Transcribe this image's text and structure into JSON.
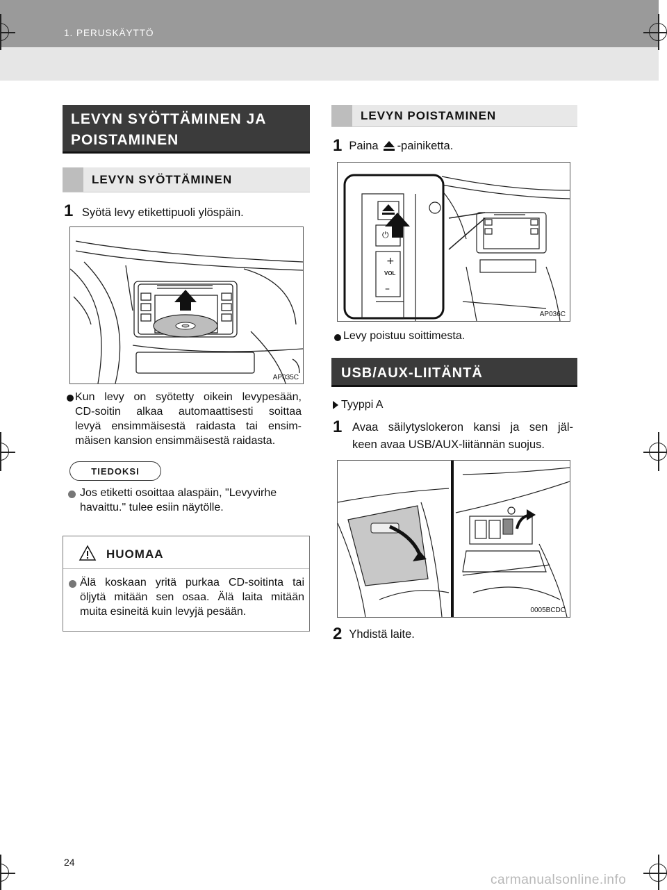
{
  "header": {
    "section": "1. PERUSKÄYTTÖ"
  },
  "left": {
    "main_title_line1": "LEVYN SYÖTTÄMINEN JA",
    "main_title_line2": "POISTAMINEN",
    "sub_title": "LEVYN SYÖTTÄMINEN",
    "step1_num": "1",
    "step1_text": "Syötä levy etikettipuoli ylöspäin.",
    "image1_code": "AP035C",
    "bullet_text": "Kun levy on syötetty oikein levypesään, CD-soitin alkaa automaattisesti soittaa levyä ensimmäisestä raidasta tai ensimmäisen kansion ensimmäisestä raidasta.",
    "bullet_lines": [
      "Kun levy on syötetty oikein levypesään,",
      "CD-soitin alkaa automaattisesti soittaa",
      "levyä ensimmäisestä raidasta tai ensim-",
      "mäisen kansion ensimmäisestä raidasta."
    ],
    "note_label": "TIEDOKSI",
    "note_lines": [
      "Jos etiketti osoittaa alaspäin, \"Levyvirhe",
      "havaittu.\" tulee esiin näytölle."
    ],
    "caution_label": "HUOMAA",
    "caution_lines": [
      "Älä koskaan yritä purkaa CD-soitinta tai",
      "öljytä mitään sen osaa. Älä laita mitään",
      "muita esineitä kuin levyjä pesään."
    ]
  },
  "right": {
    "sub_title": "LEVYN POISTAMINEN",
    "step1_num": "1",
    "step1_text_before": "Paina",
    "step1_text_after": "-painiketta.",
    "image2_code": "AP036C",
    "image2_vol": "VOL",
    "bullet_text": "Levy poistuu soittimesta.",
    "usb_title": "USB/AUX-LIITÄNTÄ",
    "type_label": "Tyyppi A",
    "usb_step1_num": "1",
    "usb_step1_lines": [
      "Avaa säilytyslokeron kansi ja sen jäl-",
      "keen avaa USB/AUX-liitännän suojus."
    ],
    "image3_code": "0005BCDC",
    "usb_step2_num": "2",
    "usb_step2_text": "Yhdistä laite."
  },
  "footer": {
    "page_number": "24",
    "watermark": "carmanualsonline.info"
  }
}
